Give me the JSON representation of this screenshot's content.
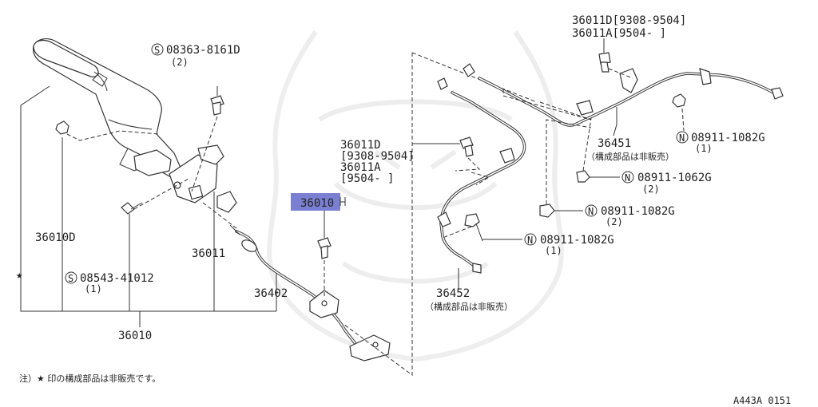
{
  "diagram": {
    "labels": {
      "top_right_1": "36011D[9308-9504]",
      "top_right_2": "36011A[9504-      ]",
      "s_bolt_top": "08363-8161D",
      "s_bolt_top_qty": "(2)",
      "s_symbol": "S",
      "n_symbol": "N",
      "p36011d": "36011D",
      "p36011d_range": "[9308-9504]",
      "p36011a": "36011A",
      "p36011a_range": "[9504-      ]",
      "p36010_highlight": "36010",
      "p36010d": "36010D",
      "p36011": "36011",
      "s_bolt_bottom": "08543-41012",
      "s_bolt_bottom_qty": "(1)",
      "p36402": "36402",
      "p36010": "36010",
      "star": "★",
      "p36451": "36451",
      "p36451_note": "（構成部品は非販売）",
      "p36452": "36452",
      "p36452_note": "（構成部品は非販売）",
      "n_nut_1": "08911-1082G",
      "n_nut_1_qty": "(1)",
      "n_nut_2": "08911-1062G",
      "n_nut_2_qty": "(2)",
      "n_nut_3": "08911-1082G",
      "n_nut_3_qty": "(2)",
      "n_nut_4": "08911-1082G",
      "n_nut_4_qty": "(1)",
      "footnote": "注）★ 印の構成部品は非販売です。",
      "ref_code": "A443A 0151"
    }
  }
}
